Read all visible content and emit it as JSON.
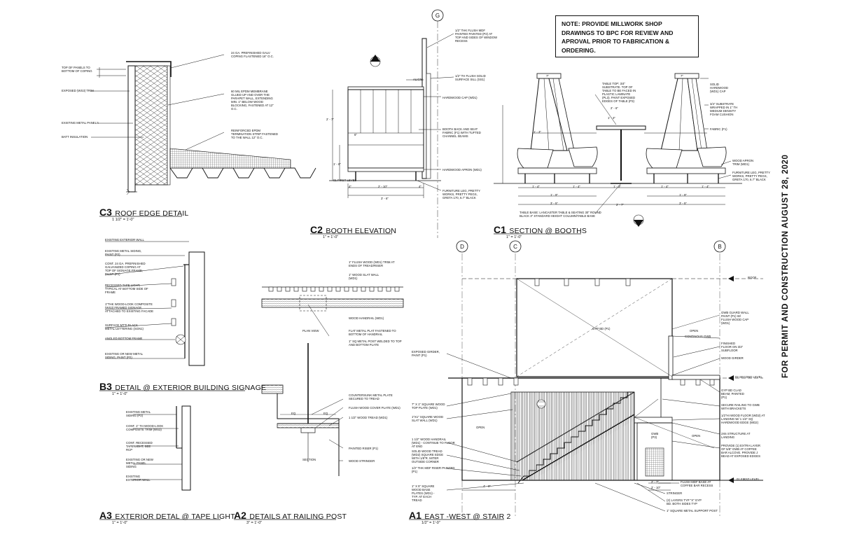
{
  "sheet_note": {
    "lines": [
      "NOTE: PROVIDE MILLWORK SHOP",
      "DRAWINGS TO BPC FOR REVIEW AND",
      "APROVAL PRIOR TO FABRICATION &",
      "ORDERING."
    ]
  },
  "stamp": "FOR  PERMIT AND CONSTRUCTION AUGUST 28, 2020",
  "grid_bubbles": {
    "g": "G",
    "d": "D",
    "c": "C",
    "b": "B"
  },
  "details": {
    "c3": {
      "num": "C3",
      "title": "ROOF EDGE DETAIL",
      "scale": "1 1/2\" = 1'-0\"",
      "labels": [
        "TOP OF PANELS TO\nBOTTOM OF COPING",
        "EXPOSED (WS3) TRIM",
        "EXISTING METAL PANELS",
        "BATT INSULATION",
        "24 GA. PREFINISHED GALV\nCOPING FLASTENED 16\" O.C.",
        "60 MIL EPDM MEMBRANE\nGLUED UP AND OVER THE\nPARAPET WALL, EXTENDING\nMIN. 1\" BELOW WOOD\nBLOCKING, FASTENED AT 12\"\nO.C.",
        "REINFORCED EPDM\nTERMINATION STRIP FASTENED\nTO THE WALL 12\" O.C."
      ]
    },
    "c2": {
      "num": "C2",
      "title": "BOOTH ELEVATION",
      "scale": "1\" = 1'-0\"",
      "labels": [
        "1/2\" THK FLUSH MDF\nPAINTED PAINTED (P2) AT\nTOP AND SIDES OF WINDOW\nRECESS",
        "1/2\" TH FLUSH SOLID\nSURFACE SILL (SS1)",
        "ALIGN",
        "HARDWOOD CAP (WD1)",
        "BOOTH BACK AND SEAT\nFABRIC (F1) WITH TUFTED\nCHANNEL SEAMS",
        "HARDWOOD APRON (WD1)",
        "01 FIRST LEVEL",
        "FURNITURE LEG, PRETTY\nWORKS, PRETTY PEGS,\nGRETA 170, 6.7\" BLACK"
      ],
      "dims": [
        "2' - 10\"",
        "3' - 6\"",
        "4\"",
        "4\"",
        "6\"",
        "2' - 7\"",
        "1' - 6\""
      ]
    },
    "c1": {
      "num": "C1",
      "title": "SECTION @ BOOTHS",
      "scale": "1\" = 1'-0\"",
      "labels": [
        "TABLE TOP: 3/4\"\nSUBSTRATE. TOP OF\nTABLE TO BE FACED IN\nPLASTIC LAMINATE\n(PL3). PAINT EXPOSED\nEDGES OF TABLE (P3)",
        "SOLID\nHARDWOOD\n(WD1) CAP",
        "3/4\" SUBSTRATE\nWRAPPED IN 1\" TH\nMEDIUM DENSITY\nFOAM CUSHION",
        "FABRIC (F1)",
        "WOOD APRON\nTRIM (WD1)",
        "FURNITURE LEG, PRETTY\nWORKS, PRETTY PEGS,\nGRETA 170, 6.7\" BLACK",
        "TABLE BASE: LANCASTER TABLE & SEATING 30\" ROUND\nBLACK 3\" STANDARD HEIGHT COLUMN/TABLE BASE"
      ],
      "dims": [
        "2' - 6\"",
        "1' - 3\"",
        "1' - 3\"",
        "1' - 4\"",
        "1' - 4\"",
        "1' - 3\"",
        "1' - 4\"",
        "1' - 4\"",
        "1' - 9\"",
        "1' - 9\"",
        "3' - 5\"",
        "3' - 5\"",
        "2' - 7\"",
        "7\"",
        "7\""
      ]
    },
    "b3": {
      "num": "B3",
      "title": "DETAIL @ EXTERIOR BUILDING SIGNAGE",
      "scale": "1\" = 1'-0\"",
      "labels": [
        "EXISTING EXTERIOR WALL",
        "EXISTING METAL SIDING,\nPAINT (P2)",
        "CONT. 24 GA. PREFINISHED\nGALVANIZED COPING AT\nTOP OF SIGNAGE FRAME,\nPAINT (P1)",
        "RECESSED TAPE LIGHT,\nTYPICAL AT BOTTOM SIDE OF\nFRAME",
        "1\"THK WOOD-LOOK COMPOSITE\n(WS3) FRAMED SIGNAGE,\nATTACHED TO EXISTING FACADE",
        "SURFACE MT'D BLACK\nMETAL LETTERING (SGN1)",
        "ANGLED BOTTOM FRAME",
        "EXISTING OR NEW METAL\nSIDING, PAINT (P2)"
      ]
    },
    "a3": {
      "num": "A3",
      "title": "EXTERIOR DETAL @ TAPE LIGHT",
      "scale": "1\" = 1'-0\"",
      "labels": [
        "EXISTING METAL\nSIDING (P2)",
        "CONT. 1\" TH WOOD-LOOK\nCOMPOSITE TRIM (WS3)",
        "CONT. RECESSED\nTAPE LIGHT, SEE\nRCP",
        "EXISTING  OR NEW\nMETAL PANEL\nSIDING",
        "EXISTING\nEXTERIOR WALL"
      ]
    },
    "a2": {
      "num": "A2",
      "title": "DETAILS AT RAILING POST",
      "scale": "3\" = 1'-0\"",
      "labels": [
        "1\" FLUSH WOOD (WD1) TRIM AT\nENDS OF TREAD/RISER",
        "1\" WOOD SLAT WALL\n(WD1)",
        "WOOD HANDRAIL (WD1)",
        "PLAN VIEW",
        "FLAT METAL PLAT FASTENED TO\nBOTTOM OF HANDRAIL",
        "1\" SQ METAL POST WELDED TO TOP\nAND BOTTOM PLATE",
        "COUNTERSUNK METAL PLATE\nSECURED TO TREAD",
        "FLUSH WOOD COVER PLATE (WD1)",
        "1 1/2\" WOOD TREAD (WD1)",
        "PAINTED RISER (P1)",
        "SECTION",
        "WOOD STRINGER",
        "EQ",
        "EQ"
      ]
    },
    "a1": {
      "num": "A1",
      "title": "EAST -WEST  @ STAIR 2",
      "scale": "1/2\" = 1'-0\"",
      "labels": [
        "EXPOSED GIRDER,\nPAINT (P1)",
        "7\" X 1\" SQUARE WOOD\nTOP PLATE (WD1)",
        "1\"X1\" SQUARE WOOD\nSLAT WALL (WD1)",
        "1 1/2\" WOOD HANDRAIL\n(WD1) - CONTINUE TO FLOOR\nAT END",
        "SOLID WOOD TREAD\n(WD2) SQUARE EDGE\nWITH 1/8\"R. MITER\nOUTSIDE CORNER",
        "1/2\" THK MDF RISER PAINTED\n(P1)",
        "1\" X 5\" SQUARE\nWOOD BASE\nPLATES (WD1) -\nTYP. AT EACH\nTREAD",
        "GWB GUARD WALL\nPAINT (P1) W/\nFLUSH WOOD CAP\n(WD1)",
        "CONTINOUS GWB",
        "FINISHED\nFLOOR ON 3/4\"\nSUBFLOOR",
        "WOOD GIRDER",
        "GYP BD CLAD\nBEAM, PAINTED\n(P1)",
        "SECURE RAILING TO GWB\nWITH BRACKETS",
        "1/2\"HI WOOD FLOOR (WD2) AT\nLANDING W/ 1 1/2\" SQ\nHARDWOOD EDGE (WD2)",
        "2X6 STRUCTURE AT\nLANDING",
        "PROVIDE (1) EXTRA LAYER\nOF 5/8\" GWB AT COFFEE\nBAR ALCOVE. PROVIDE J\nBEAD AT EXPOSED EDGES",
        "FLUSH MDF BASE AT\nCOFFEE BAR RECESS",
        "STRINGER",
        "(2) LAYERS TYP \"X\" GYP\nBD. BOTH SIDES TYP",
        "1\" SQUARE METAL SUPPORT POST",
        "ROOF",
        "02 SECOND LEVEL",
        "01 FIRST LEVEL",
        "GYP BD (P1)",
        "OPEN",
        "OPEN",
        "OPEN",
        "GWB\n(P3)"
      ],
      "dims": [
        "4' - 0\"",
        "2' - 7\"",
        "2' - 10\""
      ]
    }
  }
}
